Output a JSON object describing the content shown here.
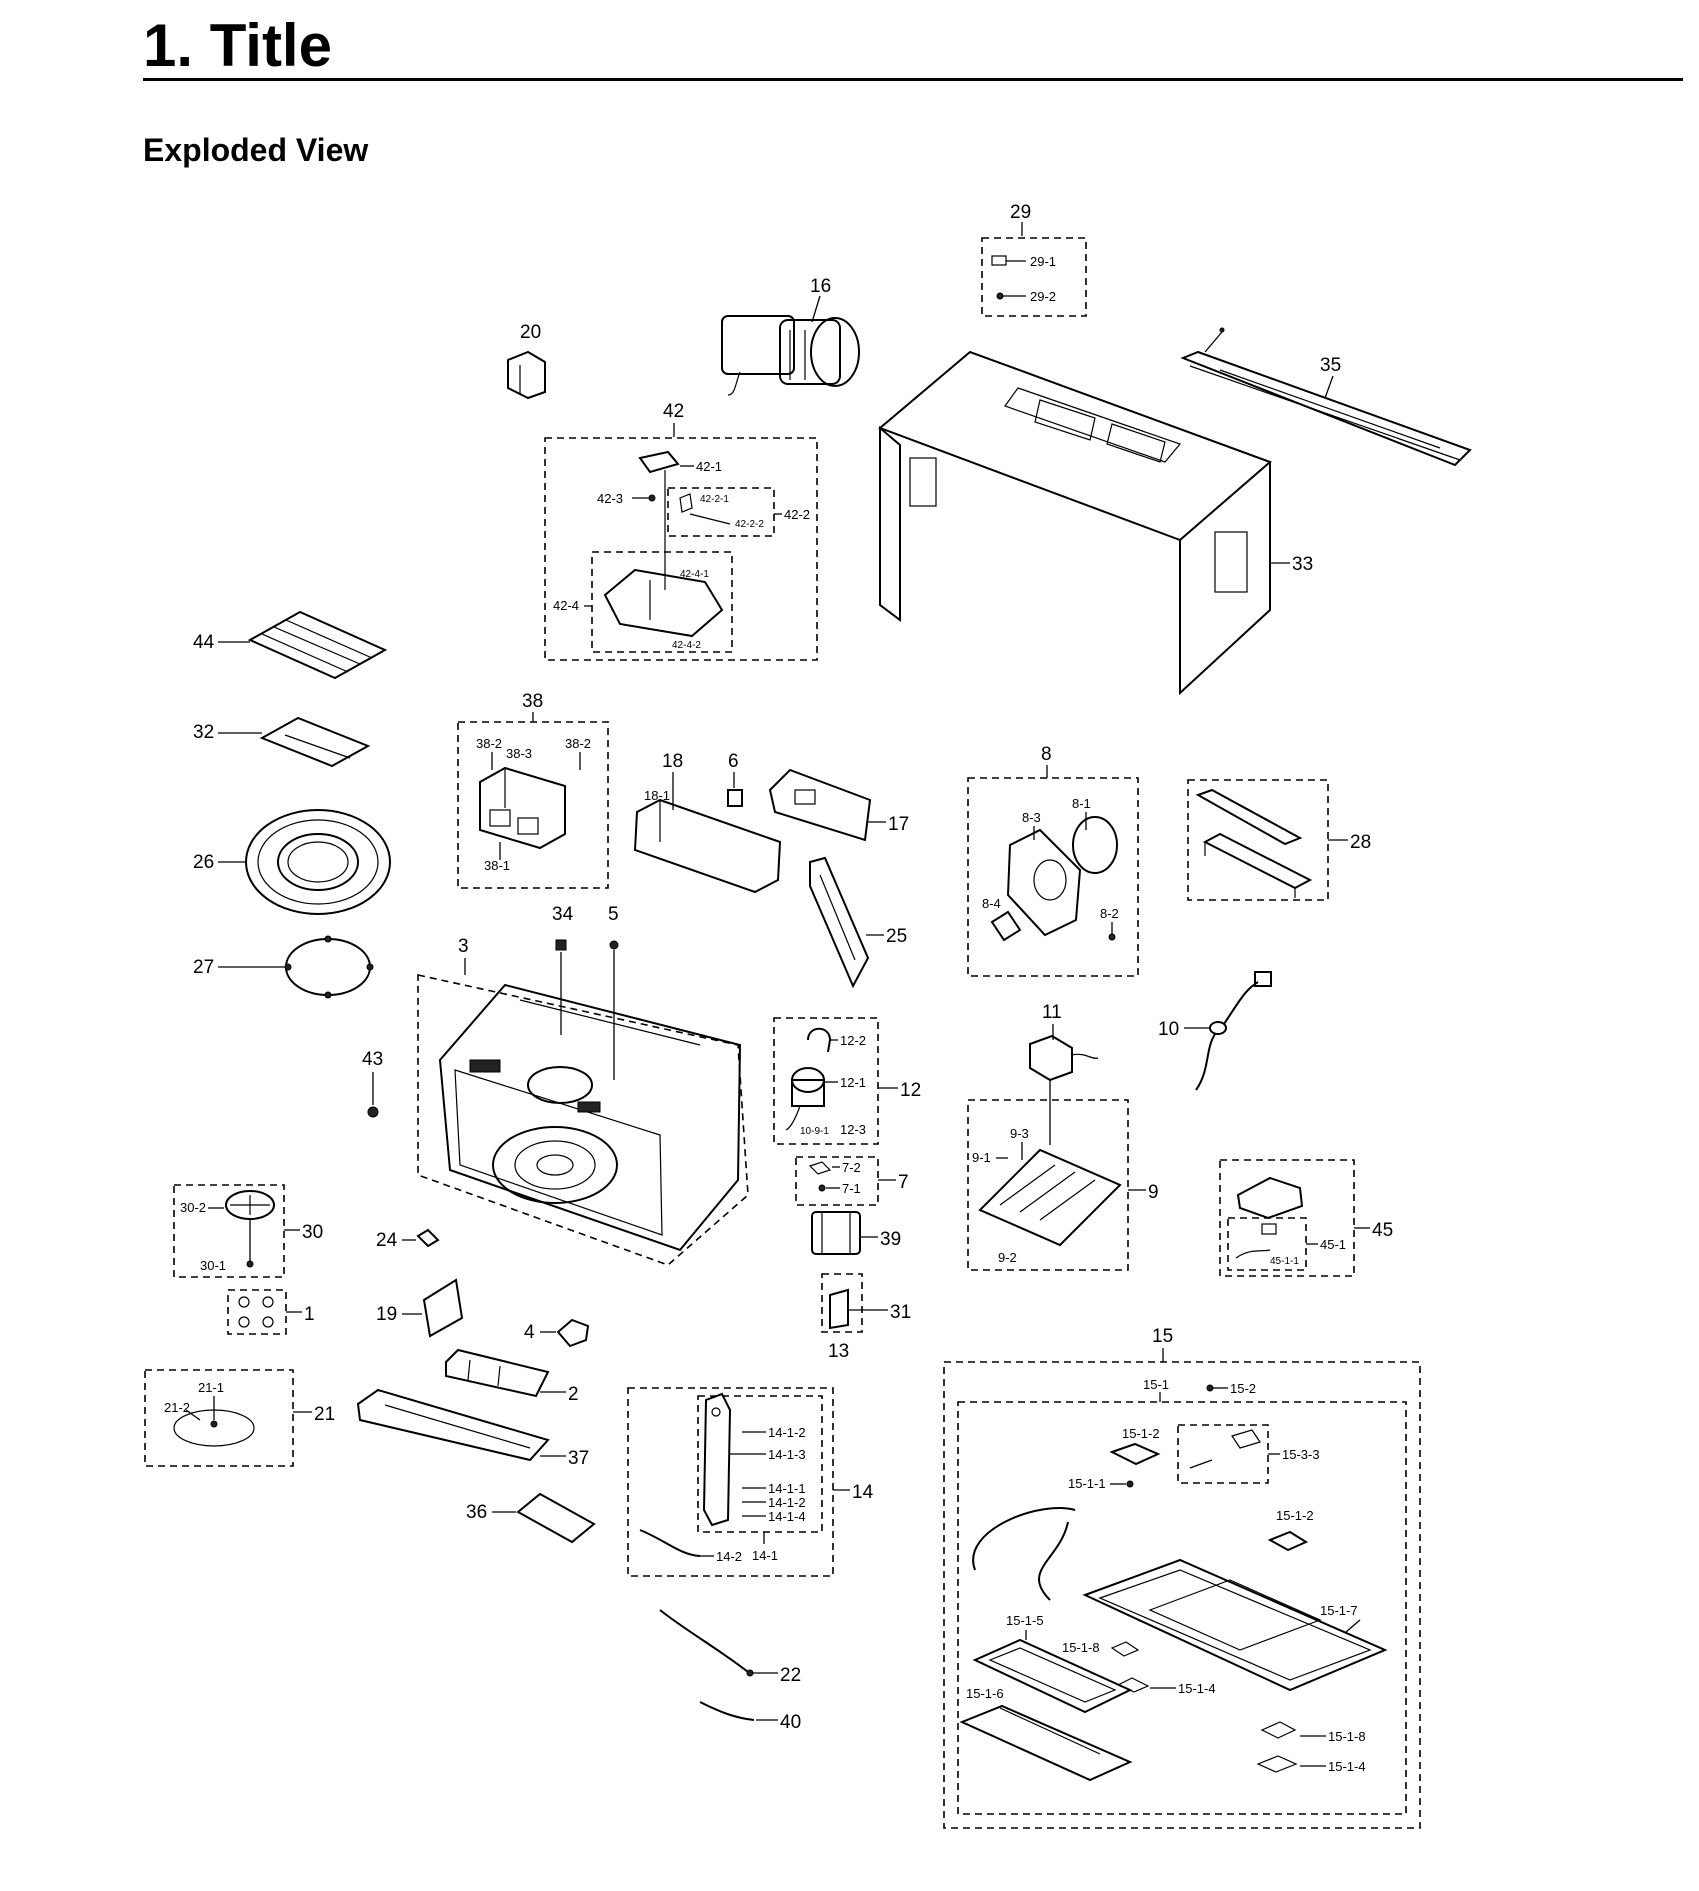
{
  "header": {
    "title": "1.  Title",
    "subtitle": "Exploded View"
  },
  "callouts": {
    "c1": "1",
    "c2": "2",
    "c3": "3",
    "c4": "4",
    "c5": "5",
    "c6": "6",
    "c7": "7",
    "c8": "8",
    "c9": "9",
    "c10": "10",
    "c11": "11",
    "c12": "12",
    "c13": "13",
    "c14": "14",
    "c15": "15",
    "c16": "16",
    "c17": "17",
    "c18": "18",
    "c19": "19",
    "c20": "20",
    "c21": "21",
    "c22": "22",
    "c24": "24",
    "c25": "25",
    "c26": "26",
    "c27": "27",
    "c28": "28",
    "c29": "29",
    "c30": "30",
    "c31": "31",
    "c32": "32",
    "c33": "33",
    "c34": "34",
    "c35": "35",
    "c36": "36",
    "c37": "37",
    "c38": "38",
    "c39": "39",
    "c40": "40",
    "c42": "42",
    "c43": "43",
    "c44": "44",
    "c45": "45",
    "c7_1": "7-1",
    "c7_2": "7-2",
    "c8_1": "8-1",
    "c8_2": "8-2",
    "c8_3": "8-3",
    "c8_4": "8-4",
    "c9_1": "9-1",
    "c9_2": "9-2",
    "c9_3": "9-3",
    "c10_9_1": "10-9-1",
    "c12_1": "12-1",
    "c12_2": "12-2",
    "c12_3": "12-3",
    "c14_1": "14-1",
    "c14_2": "14-2",
    "c14_1_1": "14-1-1",
    "c14_1_2a": "14-1-2",
    "c14_1_2b": "14-1-2",
    "c14_1_3": "14-1-3",
    "c14_1_4": "14-1-4",
    "c15_1": "15-1",
    "c15_2": "15-2",
    "c15_1_1": "15-1-1",
    "c15_1_2a": "15-1-2",
    "c15_1_2b": "15-1-2",
    "c15_3_3": "15-3-3",
    "c15_1_4a": "15-1-4",
    "c15_1_4b": "15-1-4",
    "c15_1_5": "15-1-5",
    "c15_1_6": "15-1-6",
    "c15_1_7": "15-1-7",
    "c15_1_8a": "15-1-8",
    "c15_1_8b": "15-1-8",
    "c18_1": "18-1",
    "c21_1": "21-1",
    "c21_2": "21-2",
    "c29_1": "29-1",
    "c29_2": "29-2",
    "c30_1": "30-1",
    "c30_2": "30-2",
    "c38_1": "38-1",
    "c38_2a": "38-2",
    "c38_2b": "38-2",
    "c38_3": "38-3",
    "c42_1": "42-1",
    "c42_2": "42-2",
    "c42_3": "42-3",
    "c42_4": "42-4",
    "c42_2_1": "42-2-1",
    "c42_2_2": "42-2-2",
    "c42_4_1": "42-4-1",
    "c42_4_2": "42-4-2",
    "c45_1": "45-1",
    "c45_1_1": "45-1-1"
  }
}
